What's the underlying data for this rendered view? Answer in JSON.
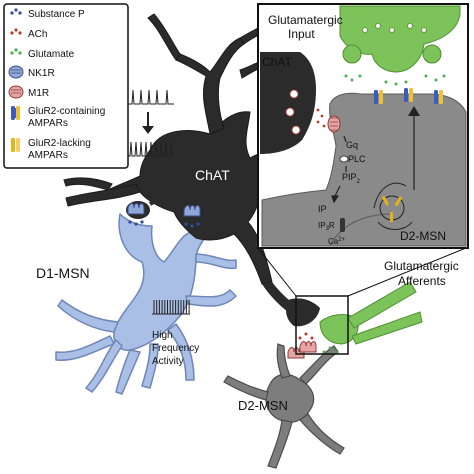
{
  "legend": {
    "items": [
      {
        "label": "Substance P",
        "icon": "blue-dots-icon"
      },
      {
        "label": "ACh",
        "icon": "red-dots-icon"
      },
      {
        "label": "Glutamate",
        "icon": "green-dots-icon"
      },
      {
        "label": "NK1R",
        "icon": "nk1r-receptor-icon"
      },
      {
        "label": "M1R",
        "icon": "m1r-receptor-icon"
      },
      {
        "label": "GluR2-containing",
        "label2": "AMPARs",
        "icon": "glur2-containing-ampar-icon"
      },
      {
        "label": "GluR2-lacking",
        "label2": "AMPARs",
        "icon": "glur2-lacking-ampar-icon"
      }
    ]
  },
  "labels": {
    "chat_main": "ChAT",
    "d1_msn": "D1-MSN",
    "d2_msn": "D2-MSN",
    "high_freq_1": "High",
    "high_freq_2": "Frequency",
    "high_freq_3": "Activity",
    "glut_afferents_1": "Glutamatergic",
    "glut_afferents_2": "Afferents"
  },
  "inset": {
    "title_1": "Glutamatergic",
    "title_2": "Input",
    "chat": "ChAT",
    "d2_msn": "D2-MSN",
    "gq": "Gq",
    "plc": "PLC",
    "pip2": "PIP",
    "pip2_sub": "2",
    "ip": "IP",
    "ip3r": "IP",
    "ip3r_sub": "3",
    "ip3r_suffix": "R",
    "ca": "Ca",
    "ca_sup": "2+"
  },
  "colors": {
    "chat_neuron": "#2b2b2b",
    "d1_neuron": "#a9bfe6",
    "d2_neuron": "#7d7d7d",
    "glutamate_terminal": "#7cc35a",
    "substance_p": "#2f4f9e",
    "ach": "#c0392b",
    "glutamate": "#4caf50",
    "gluR2_containing": "#3a5bbf",
    "gluR2_lacking": "#e8b21a"
  }
}
